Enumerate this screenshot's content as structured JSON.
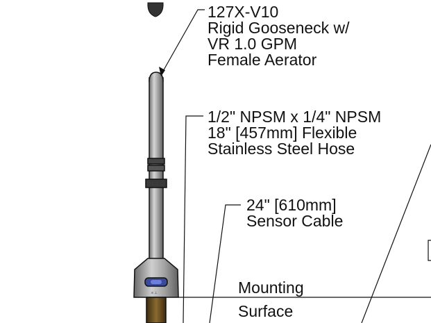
{
  "callouts": {
    "gooseneck": {
      "lines": [
        "127X-V10",
        "Rigid Gooseneck w/",
        "VR 1.0 GPM",
        "Female Aerator"
      ]
    },
    "hose": {
      "lines": [
        "1/2\" NPSM x 1/4\" NPSM",
        "18\" [457mm] Flexible",
        "Stainless Steel Hose"
      ]
    },
    "sensor_cable": {
      "lines": [
        "24\" [610mm]",
        "Sensor Cable"
      ]
    },
    "mounting_surface": {
      "lines": [
        "Mounting",
        "Surface"
      ]
    }
  },
  "colors": {
    "line": "#111111",
    "spout_gray": "#9a9a9a",
    "sensor_window": "#3a4a9a",
    "shank_brown": "#7a5a2a"
  },
  "icons": [
    "arrowhead-icon"
  ]
}
